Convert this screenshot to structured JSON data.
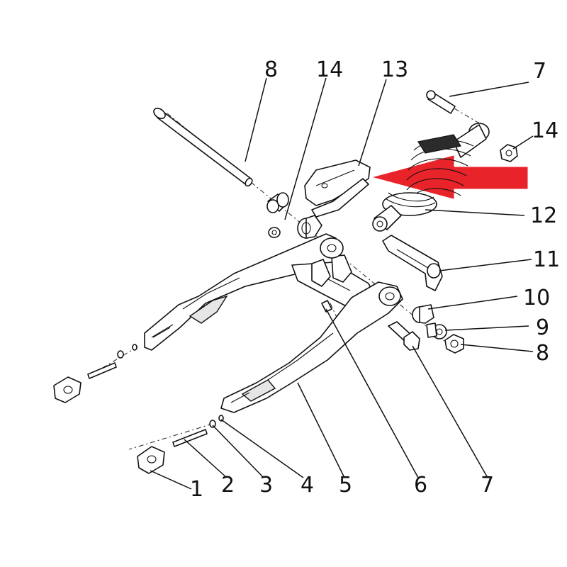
{
  "diagram": {
    "kind": "exploded-parts-diagram",
    "highlight_color": "#e8232a",
    "line_color": "#111111",
    "background": "#ffffff"
  },
  "callouts": [
    {
      "id": "c-8-top",
      "label": "8"
    },
    {
      "id": "c-14-top",
      "label": "14"
    },
    {
      "id": "c-13",
      "label": "13"
    },
    {
      "id": "c-7-top",
      "label": "7"
    },
    {
      "id": "c-14-right",
      "label": "14"
    },
    {
      "id": "c-12",
      "label": "12"
    },
    {
      "id": "c-11",
      "label": "11"
    },
    {
      "id": "c-10",
      "label": "10"
    },
    {
      "id": "c-9",
      "label": "9"
    },
    {
      "id": "c-8-right",
      "label": "8"
    },
    {
      "id": "c-1",
      "label": "1"
    },
    {
      "id": "c-2",
      "label": "2"
    },
    {
      "id": "c-3",
      "label": "3"
    },
    {
      "id": "c-4",
      "label": "4"
    },
    {
      "id": "c-5",
      "label": "5"
    },
    {
      "id": "c-6",
      "label": "6"
    },
    {
      "id": "c-7-bottom",
      "label": "7"
    }
  ]
}
